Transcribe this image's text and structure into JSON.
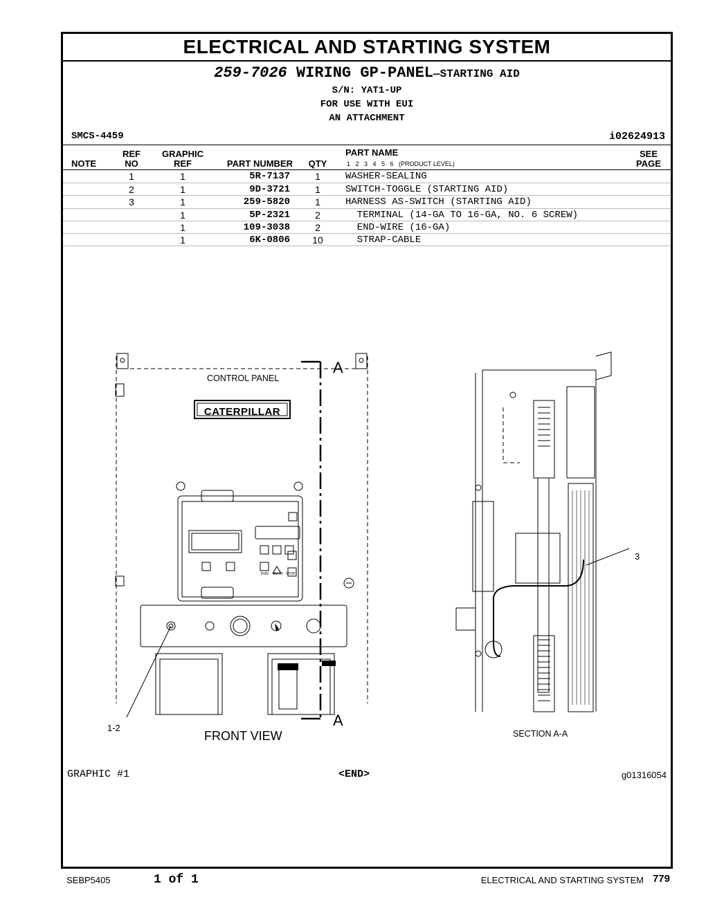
{
  "header": {
    "section_title": "ELECTRICAL AND STARTING SYSTEM",
    "group_number": "259-7026",
    "group_name": "WIRING GP-PANEL",
    "group_suffix": "—STARTING AID",
    "serial": "S/N: YAT1-UP",
    "use_line1": "FOR USE WITH EUI",
    "use_line2": "AN ATTACHMENT",
    "smcs": "SMCS-4459",
    "doc_id": "i02624913"
  },
  "table": {
    "headers": {
      "note": "NOTE",
      "ref_top": "REF",
      "ref_bottom": "NO",
      "graphic_top": "GRAPHIC",
      "graphic_bottom": "REF",
      "part_number": "PART NUMBER",
      "qty": "QTY",
      "part_name": "PART NAME",
      "levels": "1   2   3   4   5   6   (PRODUCT LEVEL)",
      "see_top": "SEE",
      "see_bottom": "PAGE"
    },
    "rows": [
      {
        "ref": "1",
        "graphic": "1",
        "pn": "5R-7137",
        "qty": "1",
        "name": "WASHER-SEALING"
      },
      {
        "ref": "2",
        "graphic": "1",
        "pn": "9D-3721",
        "qty": "1",
        "name": "SWITCH-TOGGLE (STARTING AID)"
      },
      {
        "ref": "3",
        "graphic": "1",
        "pn": "259-5820",
        "qty": "1",
        "name": "HARNESS AS-SWITCH (STARTING AID)"
      },
      {
        "ref": "",
        "graphic": "1",
        "pn": "5P-2321",
        "qty": "2",
        "name": "  TERMINAL (14-GA TO 16-GA, NO. 6 SCREW)"
      },
      {
        "ref": "",
        "graphic": "1",
        "pn": "109-3038",
        "qty": "2",
        "name": "  END-WIRE (16-GA)"
      },
      {
        "ref": "",
        "graphic": "1",
        "pn": "6K-0806",
        "qty": "10",
        "name": "  STRAP-CABLE"
      }
    ]
  },
  "drawing": {
    "control_panel": "CONTROL PANEL",
    "brand": "CATERPILLAR",
    "front_view": "FRONT VIEW",
    "section_view": "SECTION A-A",
    "section_marker": "A",
    "callout_1_2": "1-2",
    "callout_3": "3",
    "btn_run": "RUN",
    "btn_auto": "AUTO",
    "btn_stop": "STOP"
  },
  "graphic_label": "GRAPHIC #1",
  "end_label": "<END>",
  "graphic_id": "g01316054",
  "footer": {
    "doc": "SEBP5405",
    "page_of": "1 of 1",
    "section": "ELECTRICAL AND STARTING SYSTEM",
    "page": "779"
  }
}
